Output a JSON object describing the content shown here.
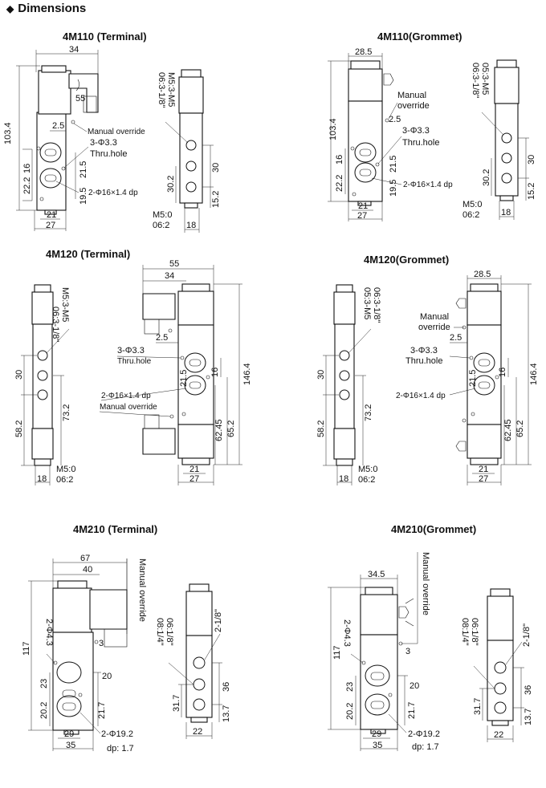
{
  "header": {
    "bullet": "◆",
    "title": "Dimensions"
  },
  "sections": {
    "m110_terminal": {
      "title": "4M110 (Terminal)",
      "dims": {
        "w34": "34",
        "h103": "103.4",
        "d25": "2.5",
        "a55": "55",
        "d16": "16",
        "d222": "22.2",
        "d215": "21.5",
        "d195": "19.5",
        "w21": "21",
        "w27": "27",
        "d302": "30.2",
        "d30": "30",
        "d152": "15.2",
        "w18": "18",
        "port1": "M5:3-M5",
        "port2": "06:3-1/8\"",
        "m50": "M5:0",
        "o62": "06:2"
      },
      "labels": {
        "manual": "Manual override",
        "holes": "3-Φ3.3",
        "thru": "Thru.hole",
        "pdp": "2-Φ16×1.4 dp"
      }
    },
    "m110_grommet": {
      "title": "4M110(Grommet)",
      "dims": {
        "w285": "28.5",
        "h103": "103.4",
        "d25": "2.5",
        "d16": "16",
        "d222": "22.2",
        "d215": "21.5",
        "d195": "19.5",
        "w21": "21",
        "w27": "27",
        "d302": "30.2",
        "d30": "30",
        "d152": "15.2",
        "w18": "18",
        "port1": "05:3-M5",
        "port2": "06:3-1/8\"",
        "m50": "M5:0",
        "o62": "06:2"
      },
      "labels": {
        "manual1": "Manual",
        "manual2": "override",
        "holes": "3-Φ3.3",
        "thru": "Thru.hole",
        "pdp": "2-Φ16×1.4 dp"
      }
    },
    "m120_terminal": {
      "title": "4M120 (Terminal)",
      "dims": {
        "w55": "55",
        "w34": "34",
        "d25": "2.5",
        "d215": "21.5",
        "d16": "16",
        "h1464": "146.4",
        "d6245": "62.45",
        "d652": "65.2",
        "w21": "21",
        "w27": "27",
        "d30": "30",
        "d582": "58.2",
        "d732": "73.2",
        "w18": "18",
        "port1": "M5:3-M5",
        "port2": "06:3-1/8\"",
        "m50": "M5:0",
        "o62": "06:2"
      },
      "labels": {
        "holes": "3-Φ3.3",
        "thru": "Thru.hole",
        "pdp": "2-Φ16×1.4 dp",
        "manual": "Manual override"
      }
    },
    "m120_grommet": {
      "title": "4M120(Grommet)",
      "dims": {
        "w285": "28.5",
        "d25": "2.5",
        "d215": "21.5",
        "d16": "16",
        "h1464": "146.4",
        "d6245": "62.45",
        "d652": "65.2",
        "w21": "21",
        "w27": "27",
        "d30": "30",
        "d582": "58.2",
        "d732": "73.2",
        "w18": "18",
        "port1": "05:3-M5",
        "port2": "06:3-1/8\"",
        "m50": "M5:0",
        "o62": "06:2"
      },
      "labels": {
        "manual1": "Manual",
        "manual2": "override",
        "holes": "3-Φ3.3",
        "thru": "Thru.hole",
        "pdp": "2-Φ16×1.4 dp"
      }
    },
    "m210_terminal": {
      "title": "4M210 (Terminal)",
      "dims": {
        "w67": "67",
        "w40": "40",
        "h117": "117",
        "d3": "3",
        "d23": "23",
        "d202": "20.2",
        "d20": "20",
        "d217": "21.7",
        "w29": "29",
        "w35": "35",
        "p218": "2-1/8\"",
        "p0618": "06:1/8\"",
        "p0814": "08:1/4\"",
        "d36": "36",
        "d317": "31.7",
        "d137": "13.7",
        "w22": "22"
      },
      "labels": {
        "manual": "Manual override",
        "holes": "2-Φ4.3",
        "pdp": "2-Φ19.2",
        "dp": "dp:  1.7"
      }
    },
    "m210_grommet": {
      "title": "4M210(Grommet)",
      "dims": {
        "w345": "34.5",
        "h117": "117",
        "d3": "3",
        "d23": "23",
        "d202": "20.2",
        "d20": "20",
        "d217": "21.7",
        "w29": "29",
        "w35": "35",
        "p218": "2-1/8\"",
        "p0618": "06:1/8\"",
        "p0814": "08:1/4\"",
        "d36": "36",
        "d317": "31.7",
        "d137": "13.7",
        "w22": "22"
      },
      "labels": {
        "manual": "Manual override",
        "holes": "2-Φ4.3",
        "pdp": "2-Φ19.2",
        "dp": "dp:  1.7"
      }
    }
  }
}
